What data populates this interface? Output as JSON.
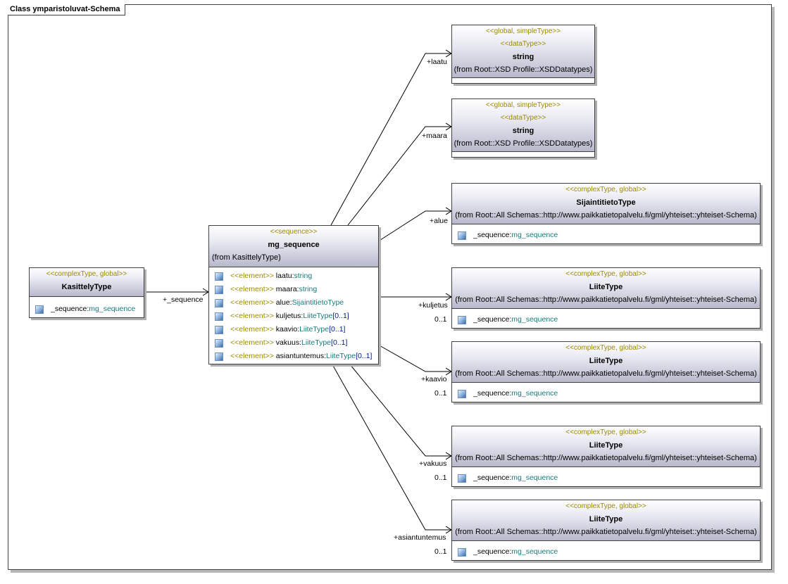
{
  "diagram": {
    "frame_title": "Class ymparistoluvat-Schema",
    "classes": {
      "kasittely": {
        "stereotype": "<<complexType, global>>",
        "name": "KasittelyType",
        "attr_name": "_sequence:",
        "attr_type": "mg_sequence"
      },
      "mg_sequence": {
        "stereotype": "<<sequence>>",
        "name": "mg_sequence",
        "from": "(from KasittelyType)",
        "elements": [
          {
            "kw": "<<element>>",
            "name": " laatu:",
            "type": "string",
            "mult": ""
          },
          {
            "kw": "<<element>>",
            "name": " maara:",
            "type": "string",
            "mult": ""
          },
          {
            "kw": "<<element>>",
            "name": " alue:",
            "type": "SijaintitietoType",
            "mult": ""
          },
          {
            "kw": "<<element>>",
            "name": " kuljetus:",
            "type": "LiiteType",
            "mult": "[0..1]"
          },
          {
            "kw": "<<element>>",
            "name": " kaavio:",
            "type": "LiiteType",
            "mult": "[0..1]"
          },
          {
            "kw": "<<element>>",
            "name": " vakuus:",
            "type": "LiiteType",
            "mult": "[0..1]"
          },
          {
            "kw": "<<element>>",
            "name": " asiantuntemus:",
            "type": "LiiteType",
            "mult": "[0..1]"
          }
        ]
      },
      "string1": {
        "stereotype1": "<<global, simpleType>>",
        "stereotype2": "<<dataType>>",
        "name": "string",
        "from": "(from Root::XSD Profile::XSDDatatypes)"
      },
      "string2": {
        "stereotype1": "<<global, simpleType>>",
        "stereotype2": "<<dataType>>",
        "name": "string",
        "from": "(from Root::XSD Profile::XSDDatatypes)"
      },
      "sijainti": {
        "stereotype": "<<complexType, global>>",
        "name": "SijaintitietoType",
        "from": "(from Root::All Schemas::http://www.paikkatietopalvelu.fi/gml/yhteiset::yhteiset-Schema)",
        "attr_name": "_sequence:",
        "attr_type": "mg_sequence"
      },
      "liite1": {
        "stereotype": "<<complexType, global>>",
        "name": "LiiteType",
        "from": "(from Root::All Schemas::http://www.paikkatietopalvelu.fi/gml/yhteiset::yhteiset-Schema)",
        "attr_name": "_sequence:",
        "attr_type": "mg_sequence"
      },
      "liite2": {
        "stereotype": "<<complexType, global>>",
        "name": "LiiteType",
        "from": "(from Root::All Schemas::http://www.paikkatietopalvelu.fi/gml/yhteiset::yhteiset-Schema)",
        "attr_name": "_sequence:",
        "attr_type": "mg_sequence"
      },
      "liite3": {
        "stereotype": "<<complexType, global>>",
        "name": "LiiteType",
        "from": "(from Root::All Schemas::http://www.paikkatietopalvelu.fi/gml/yhteiset::yhteiset-Schema)",
        "attr_name": "_sequence:",
        "attr_type": "mg_sequence"
      },
      "liite4": {
        "stereotype": "<<complexType, global>>",
        "name": "LiiteType",
        "from": "(from Root::All Schemas::http://www.paikkatietopalvelu.fi/gml/yhteiset::yhteiset-Schema)",
        "attr_name": "_sequence:",
        "attr_type": "mg_sequence"
      }
    },
    "roles": {
      "sequence": "+_sequence",
      "laatu": "+laatu",
      "maara": "+maara",
      "alue": "+alue",
      "kuljetus": "+kuljetus",
      "kaavio": "+kaavio",
      "vakuus": "+vakuus",
      "asiantuntemus": "+asiantuntemus"
    },
    "multiplicities": {
      "kuljetus": "0..1",
      "kaavio": "0..1",
      "vakuus": "0..1",
      "asiantuntemus": "0..1"
    },
    "colors": {
      "stereotype": "#9a8a00",
      "type": "#1a7a7a",
      "multiplicity": "#00208a",
      "header_gradient_end": "#b8b8cc"
    }
  }
}
